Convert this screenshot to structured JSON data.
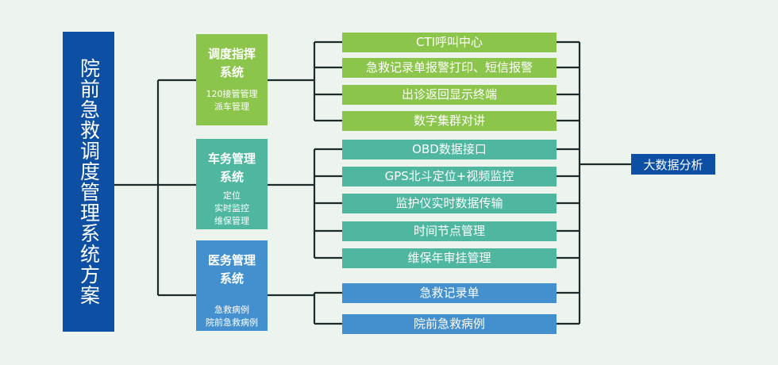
{
  "title": "院前急救调度管理系统方案",
  "systems": [
    {
      "title_line1": "调度指挥",
      "title_line2": "系统",
      "items": [
        "120接管管理",
        "派车管理"
      ],
      "color": "#8cc54c",
      "features": [
        "CTI呼叫中心",
        "急救记录单报警打印、短信报警",
        "出诊返回显示终端",
        "数字集群对讲"
      ]
    },
    {
      "title_line1": "车务管理",
      "title_line2": "系统",
      "items": [
        "定位",
        "实时监控",
        "维保管理"
      ],
      "color": "#4fb6a0",
      "features": [
        "OBD数据接口",
        "GPS北斗定位+视频监控",
        "监护仪实时数据传输",
        "时间节点管理",
        "维保年审挂管理"
      ]
    },
    {
      "title_line1": "医务管理",
      "title_line2": "系统",
      "items": [
        "急救病例",
        "院前急救病例"
      ],
      "color": "#4490cf",
      "features": [
        "急救记录单",
        "院前急救病例"
      ]
    }
  ],
  "output": "大数据分析",
  "colors": {
    "main": "#0d4fa3",
    "line": "#1b2b2b",
    "background": "#edf4ed"
  }
}
